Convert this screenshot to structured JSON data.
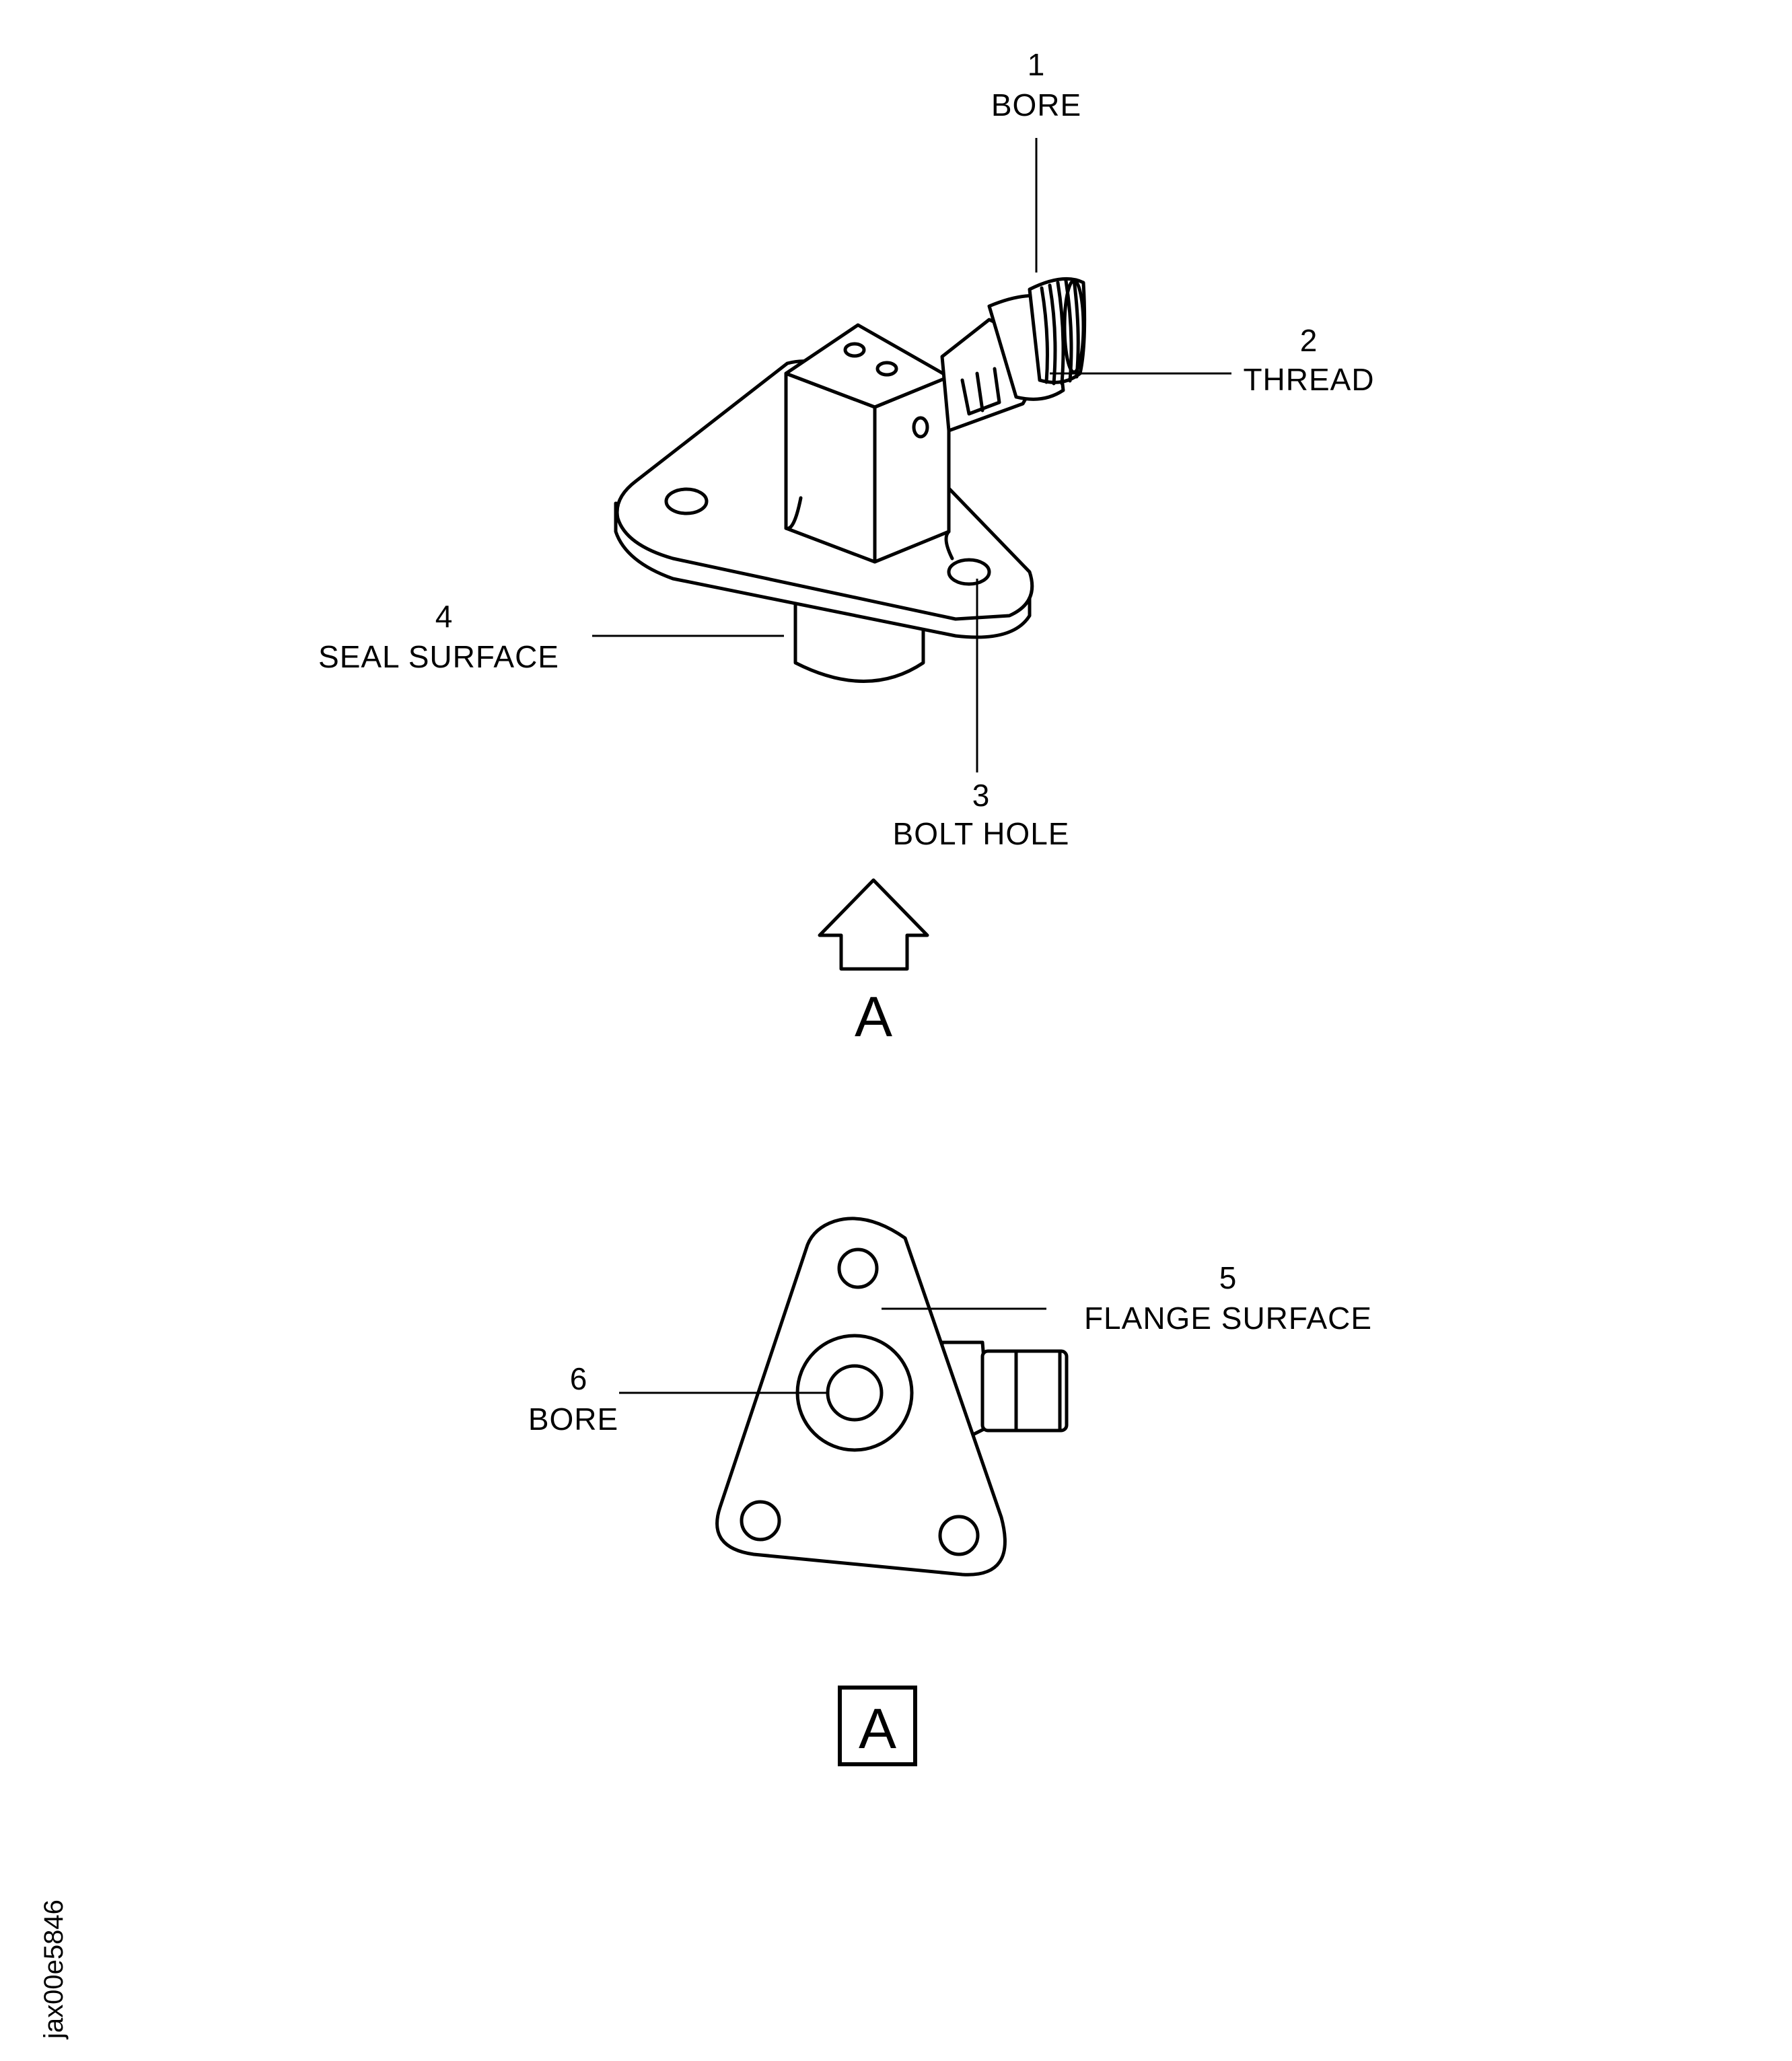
{
  "callouts": [
    {
      "number": "1",
      "name": "BORE"
    },
    {
      "number": "2",
      "name": "THREAD"
    },
    {
      "number": "3",
      "name": "BOLT  HOLE"
    },
    {
      "number": "4",
      "name": "SEAL  SURFACE"
    },
    {
      "number": "5",
      "name": "FLANGE  SURFACE"
    },
    {
      "number": "6",
      "name": "BORE"
    }
  ],
  "view_arrow_letter": "A",
  "view_box_letter": "A",
  "figure_id": "jax00e5846",
  "colors": {
    "ink": "#000000",
    "paper": "#ffffff"
  }
}
